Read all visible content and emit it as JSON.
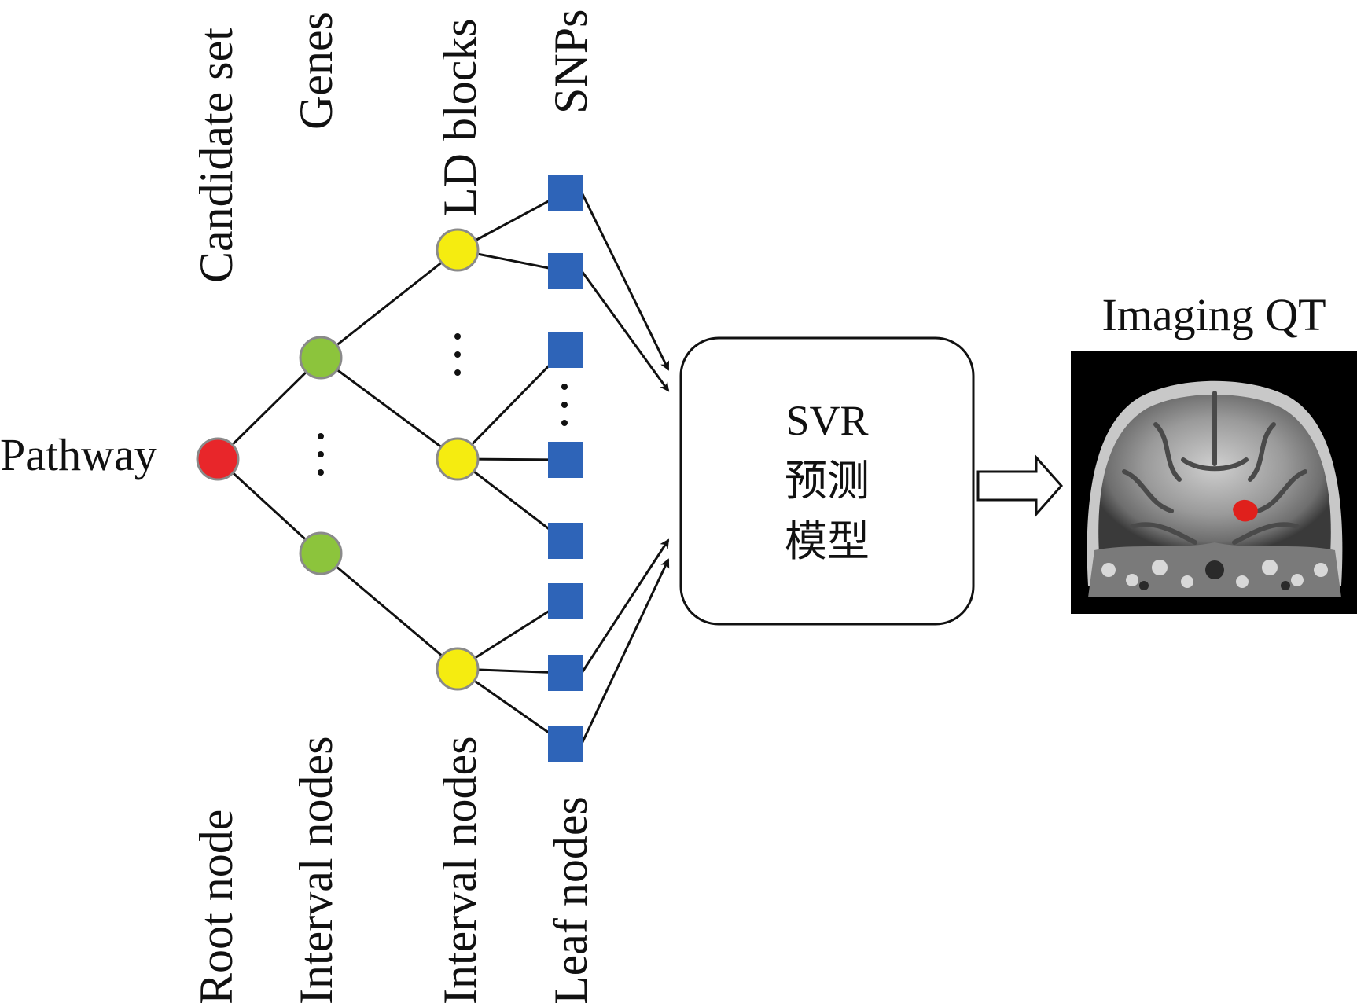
{
  "labels": {
    "top": [
      "Candidate set",
      "Genes",
      "LD blocks",
      "SNPs"
    ],
    "bottom": [
      "Root node",
      "Interval nodes",
      "Interval nodes",
      "Leaf nodes"
    ],
    "root": "Pathway",
    "model": [
      "SVR",
      "预测",
      "模型"
    ],
    "output": "Imaging QT"
  },
  "colors": {
    "root_node": "#e8262a",
    "gene_node": "#8cc43c",
    "ld_node": "#f5ec10",
    "snp_node": "#2e64b8",
    "highlight_region": "#e0201c",
    "image_background": "#000000"
  },
  "icons": {
    "output_image": "brain-mri-coronal-slice"
  }
}
